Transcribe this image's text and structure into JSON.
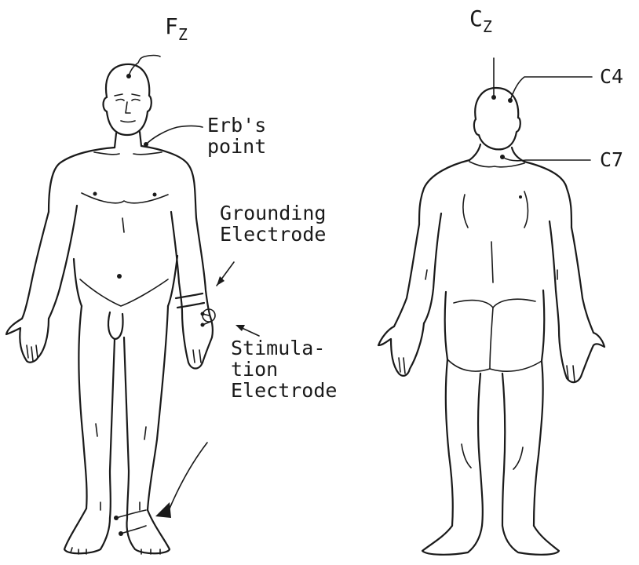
{
  "labels": {
    "fz_main": "F",
    "fz_sub": "Z",
    "cz_main": "C",
    "cz_sub": "Z",
    "c4": "C4",
    "c7": "C7",
    "erbs_line1": "Erb's",
    "erbs_line2": "point",
    "grounding_line1": "Grounding",
    "grounding_line2": "Electrode",
    "stim_line1": "Stimula-",
    "stim_line2": "tion",
    "stim_line3": "Electrode"
  },
  "colors": {
    "ink": "#1a1a1a",
    "background": "#ffffff"
  }
}
